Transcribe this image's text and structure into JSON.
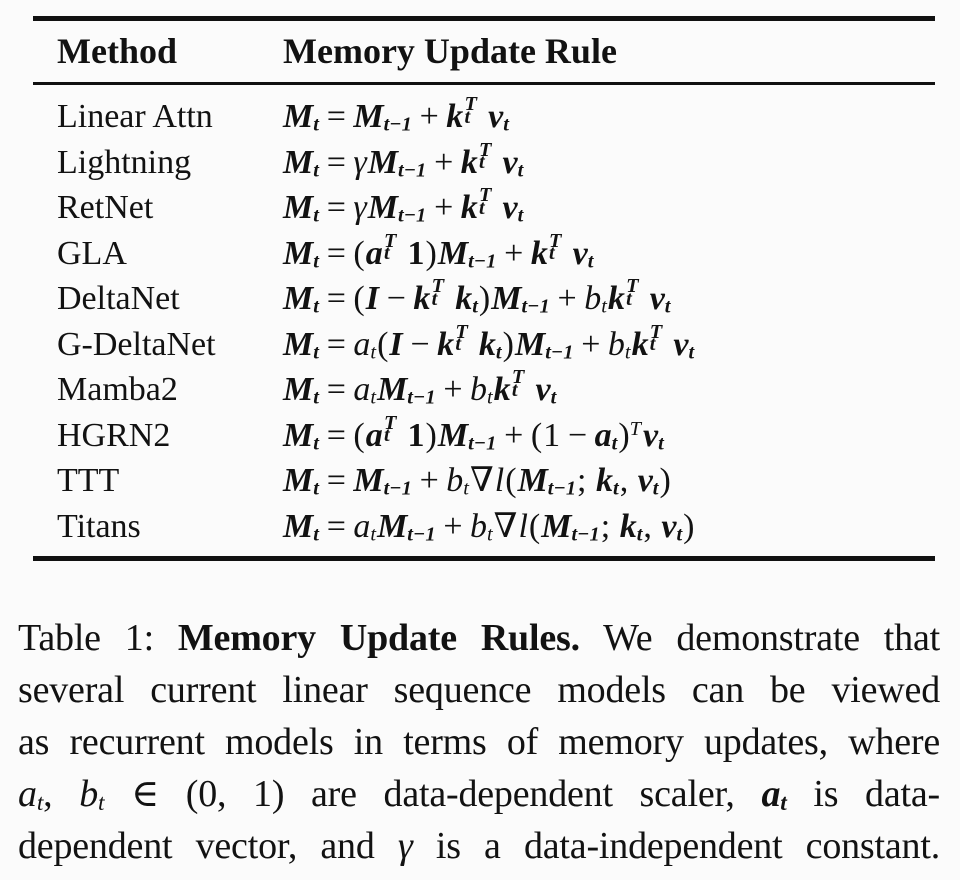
{
  "page": {
    "background": "#fbfbfb",
    "text_color": "#121212",
    "rule_color": "#111111"
  },
  "table": {
    "columns": [
      {
        "label": "Method"
      },
      {
        "label": "Memory Update Rule"
      }
    ],
    "rows": [
      {
        "method": "Linear Attn",
        "formula": [
          {
            "k": "bi",
            "v": "M",
            "sub": "t"
          },
          {
            "k": "op",
            "v": "=",
            "pad": true
          },
          {
            "k": "bi",
            "v": "M",
            "sub": "t−1"
          },
          {
            "k": "op",
            "v": "+",
            "pad": true
          },
          {
            "k": "bi",
            "v": "k",
            "sub": "t",
            "sup": "T"
          },
          {
            "k": "bi",
            "v": "v",
            "sub": "t"
          }
        ]
      },
      {
        "method": "Lightning",
        "formula": [
          {
            "k": "bi",
            "v": "M",
            "sub": "t"
          },
          {
            "k": "op",
            "v": "=",
            "pad": true
          },
          {
            "k": "it",
            "v": "γ"
          },
          {
            "k": "bi",
            "v": "M",
            "sub": "t−1"
          },
          {
            "k": "op",
            "v": "+",
            "pad": true
          },
          {
            "k": "bi",
            "v": "k",
            "sub": "t",
            "sup": "T"
          },
          {
            "k": "bi",
            "v": "v",
            "sub": "t"
          }
        ]
      },
      {
        "method": "RetNet",
        "formula": [
          {
            "k": "bi",
            "v": "M",
            "sub": "t"
          },
          {
            "k": "op",
            "v": "=",
            "pad": true
          },
          {
            "k": "it",
            "v": "γ"
          },
          {
            "k": "bi",
            "v": "M",
            "sub": "t−1"
          },
          {
            "k": "op",
            "v": "+",
            "pad": true
          },
          {
            "k": "bi",
            "v": "k",
            "sub": "t",
            "sup": "T"
          },
          {
            "k": "bi",
            "v": "v",
            "sub": "t"
          }
        ]
      },
      {
        "method": "GLA",
        "formula": [
          {
            "k": "bi",
            "v": "M",
            "sub": "t"
          },
          {
            "k": "op",
            "v": "=",
            "pad": true
          },
          {
            "k": "op",
            "v": "("
          },
          {
            "k": "bi",
            "v": "a",
            "sub": "t",
            "sup": "T"
          },
          {
            "k": "b",
            "v": "1"
          },
          {
            "k": "op",
            "v": ")"
          },
          {
            "k": "bi",
            "v": "M",
            "sub": "t−1"
          },
          {
            "k": "op",
            "v": "+",
            "pad": true
          },
          {
            "k": "bi",
            "v": "k",
            "sub": "t",
            "sup": "T"
          },
          {
            "k": "bi",
            "v": "v",
            "sub": "t"
          }
        ]
      },
      {
        "method": "DeltaNet",
        "formula": [
          {
            "k": "bi",
            "v": "M",
            "sub": "t"
          },
          {
            "k": "op",
            "v": "=",
            "pad": true
          },
          {
            "k": "op",
            "v": "("
          },
          {
            "k": "bi",
            "v": "I"
          },
          {
            "k": "op",
            "v": "−",
            "pad": true
          },
          {
            "k": "bi",
            "v": "k",
            "sub": "t",
            "sup": "T"
          },
          {
            "k": "bi",
            "v": "k",
            "sub": "t"
          },
          {
            "k": "op",
            "v": ")"
          },
          {
            "k": "bi",
            "v": "M",
            "sub": "t−1"
          },
          {
            "k": "op",
            "v": "+",
            "pad": true
          },
          {
            "k": "it",
            "v": "b",
            "sub": "t"
          },
          {
            "k": "bi",
            "v": "k",
            "sub": "t",
            "sup": "T"
          },
          {
            "k": "bi",
            "v": "v",
            "sub": "t"
          }
        ]
      },
      {
        "method": "G-DeltaNet",
        "formula": [
          {
            "k": "bi",
            "v": "M",
            "sub": "t"
          },
          {
            "k": "op",
            "v": "=",
            "pad": true
          },
          {
            "k": "it",
            "v": "a",
            "sub": "t"
          },
          {
            "k": "op",
            "v": "("
          },
          {
            "k": "bi",
            "v": "I"
          },
          {
            "k": "op",
            "v": "−",
            "pad": true
          },
          {
            "k": "bi",
            "v": "k",
            "sub": "t",
            "sup": "T"
          },
          {
            "k": "bi",
            "v": "k",
            "sub": "t"
          },
          {
            "k": "op",
            "v": ")"
          },
          {
            "k": "bi",
            "v": "M",
            "sub": "t−1"
          },
          {
            "k": "op",
            "v": "+",
            "pad": true
          },
          {
            "k": "it",
            "v": "b",
            "sub": "t"
          },
          {
            "k": "bi",
            "v": "k",
            "sub": "t",
            "sup": "T"
          },
          {
            "k": "bi",
            "v": "v",
            "sub": "t"
          }
        ]
      },
      {
        "method": "Mamba2",
        "formula": [
          {
            "k": "bi",
            "v": "M",
            "sub": "t"
          },
          {
            "k": "op",
            "v": "=",
            "pad": true
          },
          {
            "k": "it",
            "v": "a",
            "sub": "t"
          },
          {
            "k": "bi",
            "v": "M",
            "sub": "t−1"
          },
          {
            "k": "op",
            "v": "+",
            "pad": true
          },
          {
            "k": "it",
            "v": "b",
            "sub": "t"
          },
          {
            "k": "bi",
            "v": "k",
            "sub": "t",
            "sup": "T"
          },
          {
            "k": "bi",
            "v": "v",
            "sub": "t"
          }
        ]
      },
      {
        "method": "HGRN2",
        "formula": [
          {
            "k": "bi",
            "v": "M",
            "sub": "t"
          },
          {
            "k": "op",
            "v": "=",
            "pad": true
          },
          {
            "k": "op",
            "v": "("
          },
          {
            "k": "bi",
            "v": "a",
            "sub": "t",
            "sup": "T"
          },
          {
            "k": "b",
            "v": "1"
          },
          {
            "k": "op",
            "v": ")"
          },
          {
            "k": "bi",
            "v": "M",
            "sub": "t−1"
          },
          {
            "k": "op",
            "v": "+",
            "pad": true
          },
          {
            "k": "op",
            "v": "("
          },
          {
            "k": "op",
            "v": "1"
          },
          {
            "k": "op",
            "v": "−",
            "pad": true
          },
          {
            "k": "bi",
            "v": "a",
            "sub": "t"
          },
          {
            "k": "op",
            "v": ")",
            "sup": "T"
          },
          {
            "k": "bi",
            "v": "v",
            "sub": "t"
          }
        ]
      },
      {
        "method": "TTT",
        "formula": [
          {
            "k": "bi",
            "v": "M",
            "sub": "t"
          },
          {
            "k": "op",
            "v": "=",
            "pad": true
          },
          {
            "k": "bi",
            "v": "M",
            "sub": "t−1"
          },
          {
            "k": "op",
            "v": "+",
            "pad": true
          },
          {
            "k": "it",
            "v": "b",
            "sub": "t"
          },
          {
            "k": "op",
            "v": "∇"
          },
          {
            "k": "it",
            "v": "l"
          },
          {
            "k": "op",
            "v": "("
          },
          {
            "k": "bi",
            "v": "M",
            "sub": "t−1"
          },
          {
            "k": "op",
            "v": "; "
          },
          {
            "k": "bi",
            "v": "k",
            "sub": "t"
          },
          {
            "k": "op",
            "v": ", "
          },
          {
            "k": "bi",
            "v": "v",
            "sub": "t"
          },
          {
            "k": "op",
            "v": ")"
          }
        ]
      },
      {
        "method": "Titans",
        "formula": [
          {
            "k": "bi",
            "v": "M",
            "sub": "t"
          },
          {
            "k": "op",
            "v": "=",
            "pad": true
          },
          {
            "k": "it",
            "v": "a",
            "sub": "t"
          },
          {
            "k": "bi",
            "v": "M",
            "sub": "t−1"
          },
          {
            "k": "op",
            "v": "+",
            "pad": true
          },
          {
            "k": "it",
            "v": "b",
            "sub": "t"
          },
          {
            "k": "op",
            "v": "∇"
          },
          {
            "k": "it",
            "v": "l"
          },
          {
            "k": "op",
            "v": "("
          },
          {
            "k": "bi",
            "v": "M",
            "sub": "t−1"
          },
          {
            "k": "op",
            "v": "; "
          },
          {
            "k": "bi",
            "v": "k",
            "sub": "t"
          },
          {
            "k": "op",
            "v": ", "
          },
          {
            "k": "bi",
            "v": "v",
            "sub": "t"
          },
          {
            "k": "op",
            "v": ")"
          }
        ]
      }
    ]
  },
  "caption": {
    "lines": [
      [
        {
          "s": "rm",
          "t": "Table 1: "
        },
        {
          "s": "b",
          "t": "Memory Update Rules."
        },
        {
          "s": "rm",
          "t": " We demonstrate that"
        }
      ],
      [
        {
          "s": "rm",
          "t": "several current linear sequence models can be viewed"
        }
      ],
      [
        {
          "s": "rm",
          "t": "as recurrent models in terms of memory updates, where"
        }
      ],
      [
        {
          "s": "mi",
          "t": "a",
          "sub": "t"
        },
        {
          "s": "rm",
          "t": ", "
        },
        {
          "s": "mi",
          "t": "b",
          "sub": "t"
        },
        {
          "s": "rm",
          "t": " ∈ (0, 1) are data-dependent scaler, "
        },
        {
          "s": "mbi",
          "t": "a",
          "sub": "t"
        },
        {
          "s": "rm",
          "t": " is data-"
        }
      ],
      [
        {
          "s": "rm",
          "t": "dependent vector, and "
        },
        {
          "s": "mi",
          "t": "γ"
        },
        {
          "s": "rm",
          "t": " is a data-independent constant."
        }
      ]
    ]
  }
}
